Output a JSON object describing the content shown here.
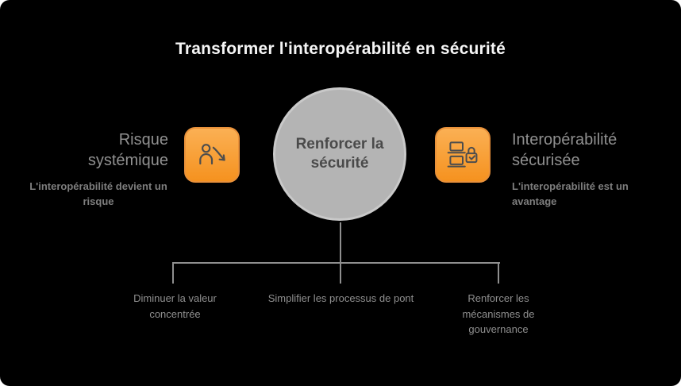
{
  "title": "Transformer l'interopérabilité en sécurité",
  "center": {
    "label": "Renforcer la sécurité"
  },
  "left": {
    "heading": "Risque systémique",
    "body": "L'interopérabilité devient un risque",
    "icon": "person-decline-icon"
  },
  "right": {
    "heading": "Interopérabilité sécurisée",
    "body": "L'interopérabilité est un avantage",
    "icon": "devices-lock-icon"
  },
  "branches": [
    {
      "label": "Diminuer la valeur concentrée"
    },
    {
      "label": "Simplifier les processus de pont"
    },
    {
      "label": "Renforcer les mécanismes de gouvernance"
    }
  ],
  "colors": {
    "background": "#000000",
    "accent_orange": "#F5921F",
    "circle_gray": "#B4B4B4",
    "title_text": "#F5F5F5",
    "muted_text": "#8F8F8F",
    "icon_glyph": "#4D4D4D"
  }
}
